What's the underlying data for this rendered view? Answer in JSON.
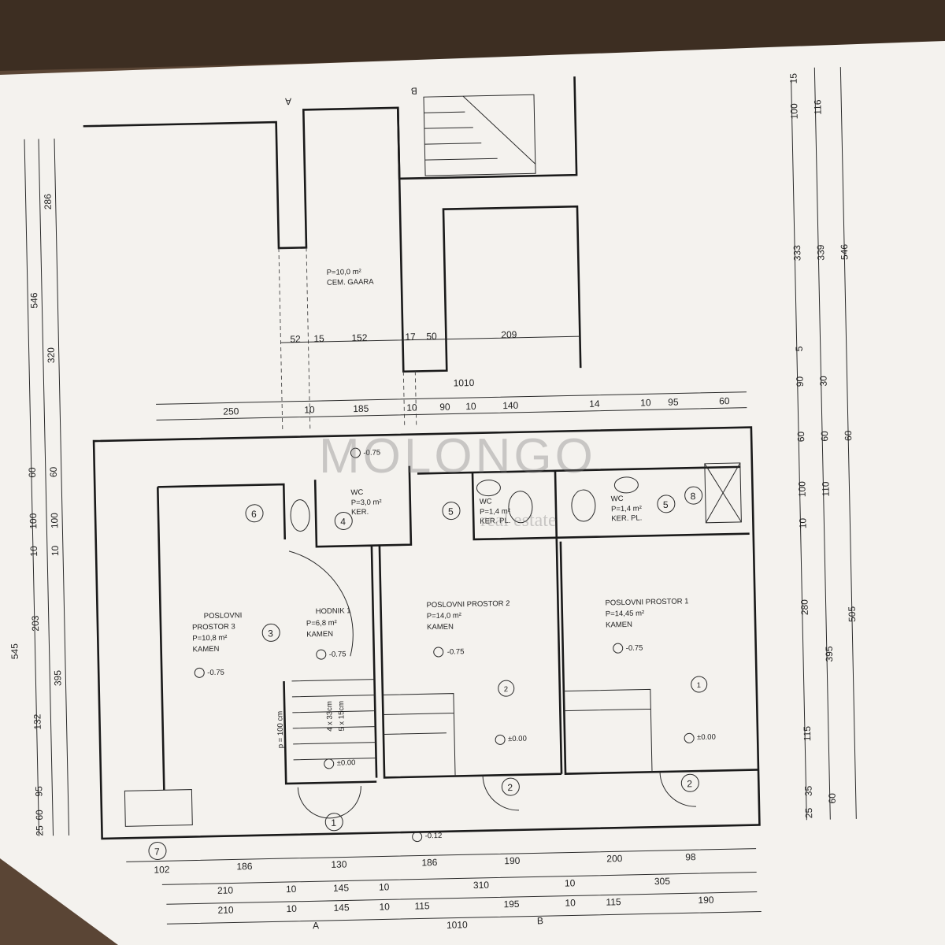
{
  "watermark": {
    "brand": "MOLONGO",
    "sub": "real estate"
  },
  "garage": {
    "area": "P=10,0 m²",
    "name": "CEM. GAARA"
  },
  "rooms": {
    "p3": {
      "name": "POSLOVNI",
      "name2": "PROSTOR 3",
      "area": "P=10,8 m²",
      "floor": "KAMEN"
    },
    "hodnik": {
      "name": "HODNIK 1",
      "area": "P=6,8 m²",
      "floor": "KAMEN"
    },
    "p2": {
      "name": "POSLOVNI PROSTOR 2",
      "area": "P=14,0 m²",
      "floor": "KAMEN"
    },
    "p1": {
      "name": "POSLOVNI PROSTOR 1",
      "area": "P=14,45 m²",
      "floor": "KAMEN"
    },
    "wc_mid": {
      "name": "WC",
      "area": "P=3,0 m²",
      "floor": "KER."
    },
    "wc_a": {
      "name": "WC",
      "area": "P=1,4 m²",
      "floor": "KER. PL."
    },
    "wc_b": {
      "name": "WC",
      "area": "P=1,4 m²",
      "floor": "KER. PL."
    }
  },
  "levels": {
    "top": "-0.75",
    "p3": "-0.75",
    "hodnik": "-0.75",
    "p2": "-0.75",
    "p1": "-0.75",
    "entry": "±0.00",
    "st2": "±0.00",
    "st1": "±0.00",
    "outside": "-0.12"
  },
  "stairs": {
    "a": "4 x 33cm",
    "b": "5 x 15cm",
    "c": "p = 100 cm"
  },
  "sections": [
    "A",
    "B"
  ],
  "markers": [
    "1",
    "2",
    "3",
    "4",
    "5",
    "6",
    "7",
    "8"
  ],
  "dims": {
    "garage_row": [
      "52",
      "15",
      "152",
      "17",
      "50",
      "209"
    ],
    "row_1010": "1010",
    "top_row": [
      "250",
      "10",
      "185",
      "10",
      "90",
      "10",
      "140",
      "14",
      "10",
      "95",
      "60"
    ],
    "bottom_row1": [
      "102",
      "186",
      "130",
      "186",
      "190",
      "200",
      "98"
    ],
    "bottom_row2": [
      "210",
      "10",
      "145",
      "10",
      "310",
      "10",
      "305"
    ],
    "bottom_row3": [
      "210",
      "10",
      "145",
      "10",
      "115",
      "195",
      "10",
      "115",
      "190"
    ],
    "bottom_total": "1010",
    "left_col1": [
      "25",
      "60",
      "95",
      "132",
      "203",
      "10",
      "100",
      "60"
    ],
    "left_col2": [
      "395",
      "10",
      "100",
      "60",
      "320",
      "286"
    ],
    "left_total": [
      "545",
      "546"
    ],
    "right_col1": [
      "25",
      "35",
      "115",
      "280",
      "10",
      "100",
      "60",
      "90",
      "5",
      "333",
      "100",
      "15"
    ],
    "right_col2": [
      "60",
      "395",
      "110",
      "60",
      "30",
      "339",
      "116"
    ],
    "right_total": [
      "505",
      "546",
      "60"
    ]
  }
}
